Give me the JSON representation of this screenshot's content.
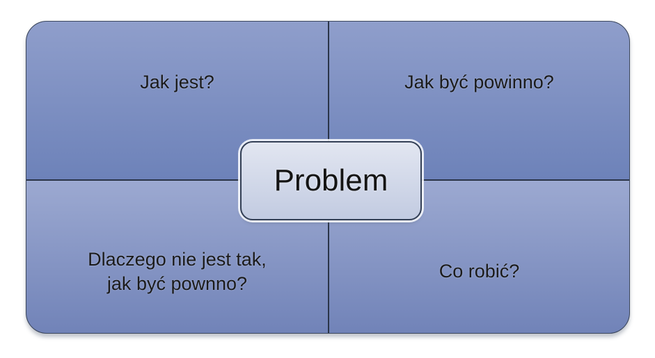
{
  "diagram": {
    "type": "quadrant-matrix",
    "center": {
      "label": "Problem"
    },
    "quadrants": [
      {
        "position": "top-left",
        "label": "Jak jest?"
      },
      {
        "position": "top-right",
        "label": "Jak być powinno?"
      },
      {
        "position": "bottom-left",
        "label": "Dlaczego nie jest tak,\njak być pownno?"
      },
      {
        "position": "bottom-right",
        "label": "Co robić?"
      }
    ]
  },
  "colors": {
    "quad-top-light": "#8f9ecb",
    "quad-top-dark": "#6d82b9",
    "quad-bottom-light": "#9ca9d1",
    "quad-bottom-dark": "#7183b8",
    "divider": "#2a3448",
    "outline": "#3c475c",
    "box-light": "#e2e6f1",
    "box-dark": "#c2cbe1",
    "box-outline": "#333f55"
  }
}
